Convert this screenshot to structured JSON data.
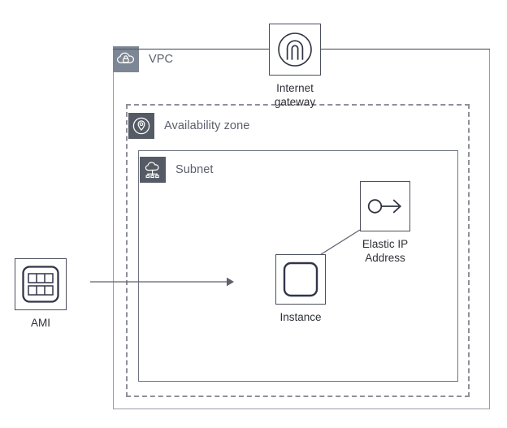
{
  "diagram": {
    "title": "AWS VPC with Internet gateway, subnet, instance and Elastic IP",
    "background_color": "#ffffff",
    "line_color": "#5f626d"
  },
  "groups": [
    {
      "id": "vpc",
      "label": "VPC",
      "icon": "vpc-cloud-lock-icon",
      "tile_color": "#7d8694",
      "border_style": "solid",
      "border_color": "#9b9ba6"
    },
    {
      "id": "availability-zone",
      "label": "Availability zone",
      "icon": "availability-zone-pin-icon",
      "tile_color": "#545b64",
      "border_style": "dashed",
      "border_color": "#8d9099"
    },
    {
      "id": "subnet",
      "label": "Subnet",
      "icon": "subnet-cloud-network-icon",
      "tile_color": "#545b64",
      "border_style": "solid",
      "border_color": "#6f7380"
    }
  ],
  "nodes": [
    {
      "id": "internet-gateway",
      "label": "Internet\ngateway",
      "icon": "internet-gateway-icon"
    },
    {
      "id": "elastic-ip-address",
      "label": "Elastic IP\nAddress",
      "icon": "elastic-ip-arrow-icon"
    },
    {
      "id": "instance",
      "label": "Instance",
      "icon": "instance-icon"
    },
    {
      "id": "ami",
      "label": "AMI",
      "icon": "ami-grid-icon"
    }
  ],
  "connections": [
    {
      "id": "ami-to-instance",
      "from": "ami",
      "to": "instance",
      "arrow": true
    },
    {
      "id": "elastic-ip-to-instance",
      "from": "elastic-ip-address",
      "to": "instance",
      "arrow": true
    },
    {
      "id": "internet-gateway-to-vpc-left",
      "from": "internet-gateway",
      "to": "vpc",
      "arrow": false
    },
    {
      "id": "internet-gateway-to-vpc-right",
      "from": "internet-gateway",
      "to": "vpc",
      "arrow": false
    }
  ]
}
